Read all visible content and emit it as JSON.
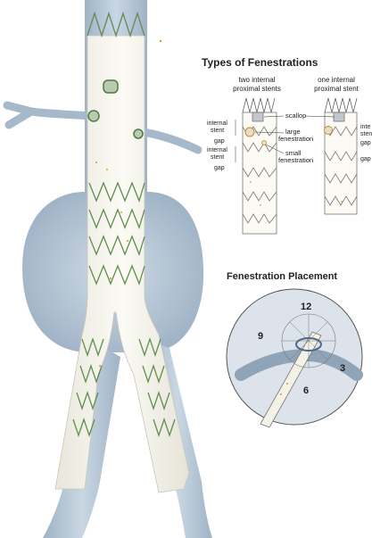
{
  "types": {
    "title": "Types of Fenestrations",
    "left_heading": [
      "two internal",
      "proximal stents"
    ],
    "right_heading": [
      "one internal",
      "proximal stent"
    ],
    "scallop": "scallop",
    "large_fenestration": [
      "large",
      "fenestration"
    ],
    "small_fenestration": [
      "small",
      "fenestration"
    ],
    "left_side_labels": [
      "internal",
      "stent",
      "gap",
      "internal",
      "stent",
      "gap"
    ],
    "right_side_labels": [
      "inte",
      "sten",
      "gap",
      "gap"
    ]
  },
  "placement": {
    "title": "Fenestration Placement",
    "clock_positions": [
      "12",
      "9",
      "3",
      "6"
    ]
  },
  "colors": {
    "vessel": "#a9bccd",
    "vessel_light": "#c8d6e2",
    "graft": "#f8f7ef",
    "stent_green": "#5f8f4e",
    "suture_orange": "#d99a2b",
    "circle_bg": "#dce3ea"
  }
}
